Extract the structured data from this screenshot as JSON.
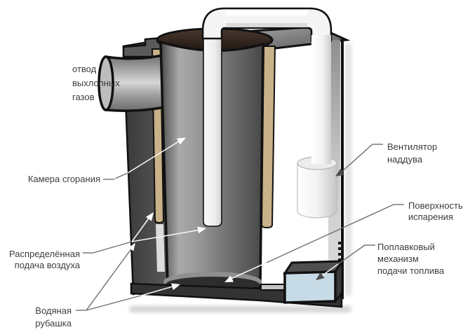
{
  "diagram": {
    "labels": {
      "exhaust": {
        "line1": "отвод",
        "line2": "выхлопных",
        "line3": "газов"
      },
      "combustion_chamber": {
        "line1": "Камера сгорания"
      },
      "air_distribution": {
        "line1": "Распределённая",
        "line2": "подача воздуха"
      },
      "water_jacket": {
        "line1": "Водяная",
        "line2": "рубашка"
      },
      "fan": {
        "line1": "Вентилятор",
        "line2": "наддува"
      },
      "evaporation_surface": {
        "line1": "Поверхность",
        "line2": "испарения"
      },
      "float_mechanism": {
        "line1": "Поплавковый",
        "line2": "механизм",
        "line3": "подачи топлива"
      }
    },
    "colors": {
      "background": "#ffffff",
      "label_text": "#3d3d3d",
      "leader_line": "#6f6f6f",
      "outline": "#111111",
      "liner_tan": "#c9b189",
      "lid_brown": "#2a201b",
      "metal_dark_wall": "#454545",
      "float_box_blue": "#c7dbe6",
      "pipe_white": "#f4f4f4",
      "evaporation_pool": "#2d2d2d"
    }
  }
}
